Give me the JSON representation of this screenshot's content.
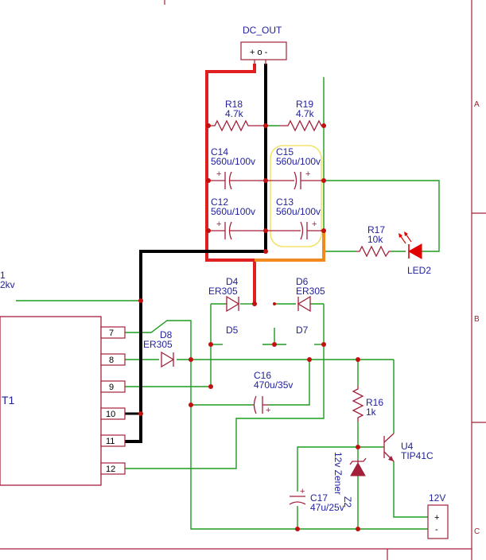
{
  "connectors": {
    "dc_out": {
      "name": "DC_OUT",
      "pins": "+ o -"
    },
    "out_12v": {
      "name": "12V",
      "plus": "+",
      "minus": "-"
    }
  },
  "resistors": {
    "r18": {
      "name": "R18",
      "value": "4.7k"
    },
    "r19": {
      "name": "R19",
      "value": "4.7k"
    },
    "r17": {
      "name": "R17",
      "value": "10k"
    },
    "r16": {
      "name": "R16",
      "value": "1k"
    }
  },
  "capacitors": {
    "c14": {
      "name": "C14",
      "value": "560u/100v"
    },
    "c15": {
      "name": "C15",
      "value": "560u/100v"
    },
    "c12": {
      "name": "C12",
      "value": "560u/100v"
    },
    "c13": {
      "name": "C13",
      "value": "560u/100v"
    },
    "c16": {
      "name": "C16",
      "value": "470u/35v"
    },
    "c17": {
      "name": "C17",
      "value": "47u/25v"
    }
  },
  "diodes": {
    "d4": {
      "name": "D4",
      "value": "ER305"
    },
    "d6": {
      "name": "D6",
      "value": "ER305"
    },
    "d5": {
      "name": "D5"
    },
    "d7": {
      "name": "D7"
    },
    "d8": {
      "name": "D8",
      "value": "ER305"
    }
  },
  "led2": {
    "name": "LED2"
  },
  "zener": {
    "name": "Z2",
    "value": "12v Zener"
  },
  "transistor": {
    "name": "U4",
    "value": "TIP41C"
  },
  "transformer": {
    "name_fragment": "T1",
    "pins": [
      "7",
      "8",
      "9",
      "10",
      "11",
      "12"
    ],
    "left_label_1": "1",
    "left_label_2": "2kv"
  },
  "zones": [
    "A",
    "B",
    "C"
  ],
  "highlight_colors": {
    "wire_green": "#1f9a1f",
    "trace_red": "#e02020",
    "trace_black": "#000000",
    "trace_orange": "#f08a1e",
    "highlight_yellow": "#f3e26a",
    "label_blue": "#1f1f9e"
  }
}
